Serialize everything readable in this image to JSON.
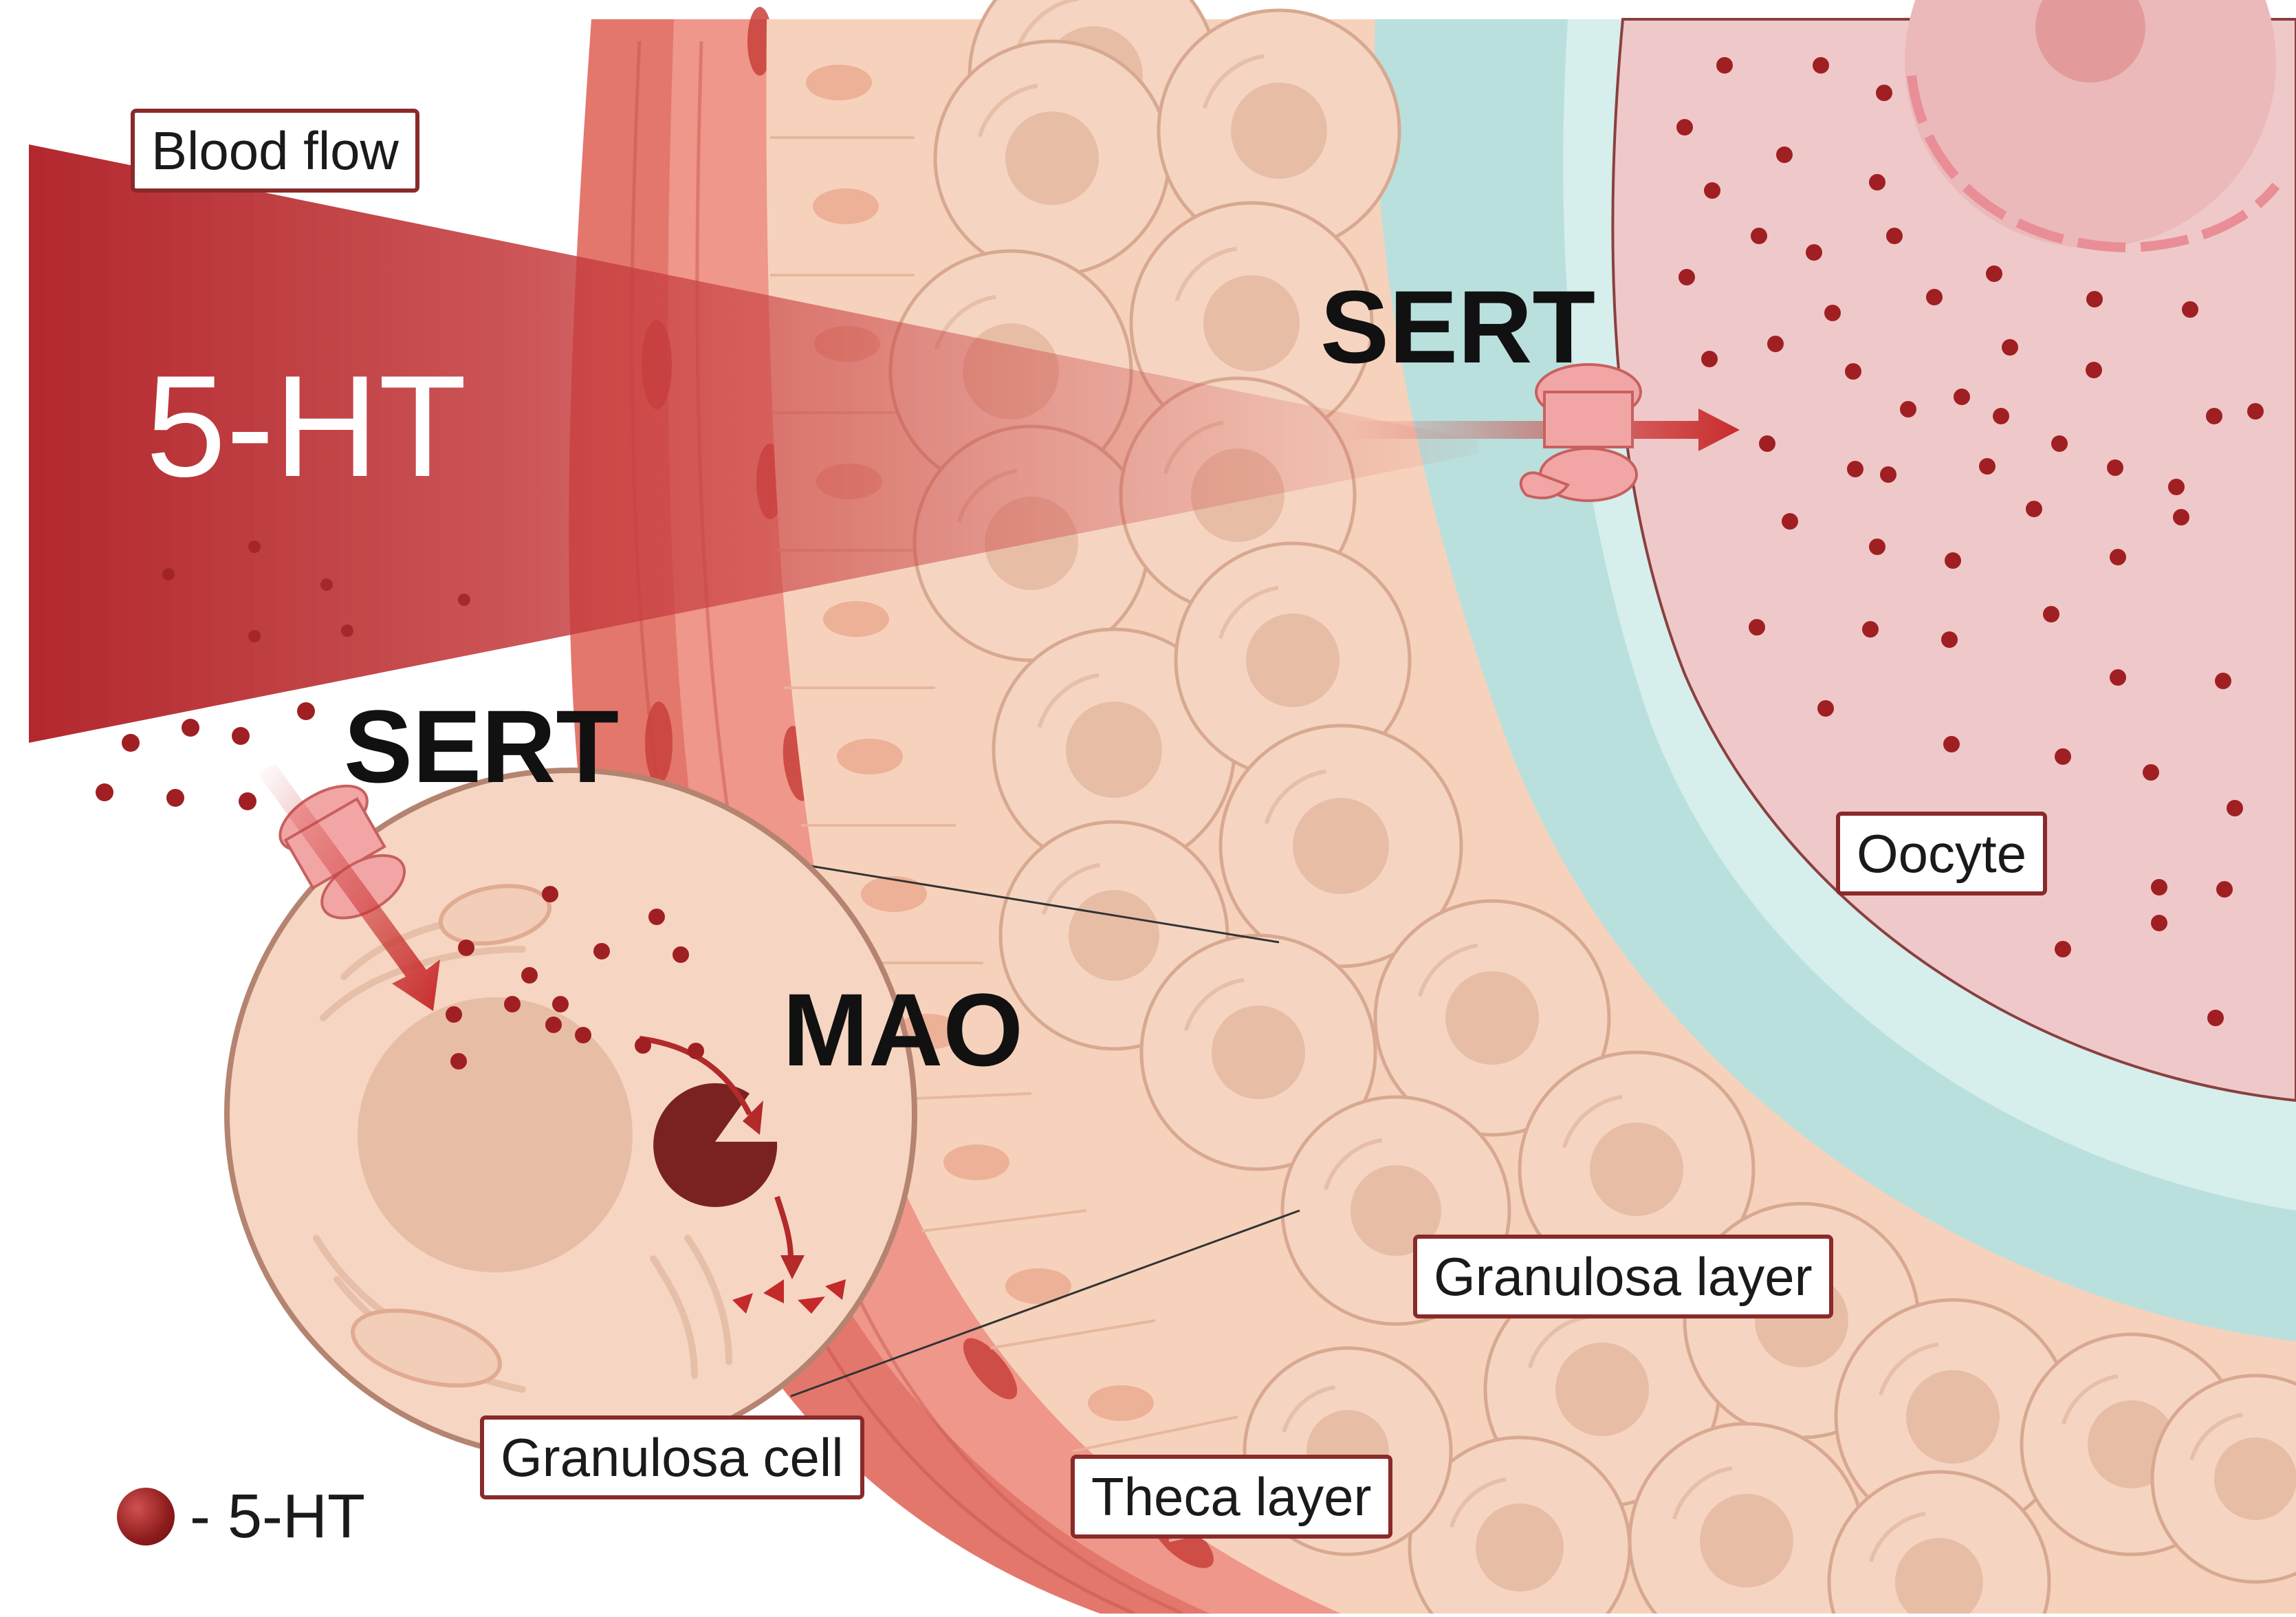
{
  "labels": {
    "blood_flow": "Blood flow",
    "serotonin_big": "5-HT",
    "sert_oocyte": "SERT",
    "sert_cell": "SERT",
    "mao": "MAO",
    "oocyte": "Oocyte",
    "granulosa_layer": "Granulosa layer",
    "granulosa_cell": "Granulosa cell",
    "theca_layer": "Theca layer"
  },
  "legend": {
    "symbol_text": "- 5-HT"
  },
  "colors": {
    "blood": "#b01e24",
    "theca": "#e9857a",
    "granulosa": "#f6d6c2",
    "zona": "#b9e0dd",
    "oocyte": "#efc9c9",
    "serotonin": "#9b1f22",
    "mao": "#7a2222",
    "label_border": "#8a2a2a"
  },
  "icons": [
    "sert-transporter-icon",
    "mao-enzyme-icon",
    "serotonin-dot-icon",
    "arrow-icon"
  ]
}
